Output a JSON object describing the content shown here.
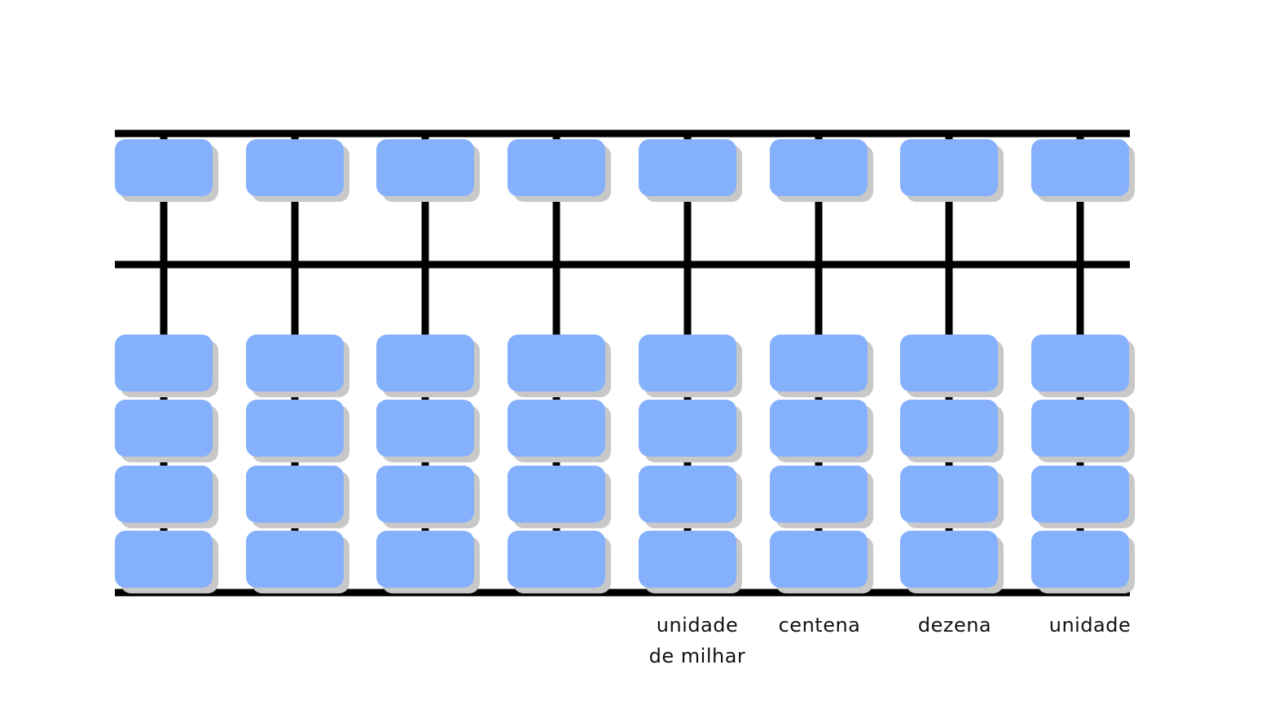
{
  "abacus": {
    "columns": 8,
    "upper_beads_per_column": 1,
    "lower_beads_per_column": 4,
    "colors": {
      "bead": "#85b1fc",
      "bead_shadow": "#c8c8c8",
      "frame": "#000000"
    },
    "place_labels": [
      {
        "column": 5,
        "lines": [
          "unidade",
          "de milhar"
        ]
      },
      {
        "column": 6,
        "lines": [
          "centena"
        ]
      },
      {
        "column": 7,
        "lines": [
          "dezena"
        ]
      },
      {
        "column": 8,
        "lines": [
          "unidade"
        ]
      }
    ]
  }
}
